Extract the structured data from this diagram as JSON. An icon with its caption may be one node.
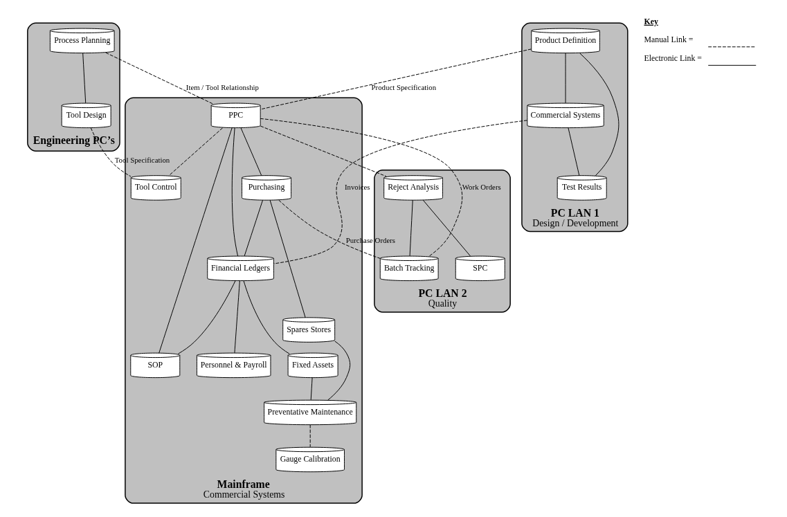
{
  "diagram": {
    "nodes": [
      {
        "text": [
          "Engineering PC’s"
        ]
      },
      {
        "text": [
          "Process Planning"
        ],
        "in": 0
      },
      {
        "text": [
          "Tool Design"
        ],
        "in": 0
      },
      {
        "text": [
          "PC LAN 2",
          "Quality"
        ]
      },
      {
        "text": [
          "Reject Analysis"
        ],
        "in": 3
      },
      {
        "text": [
          "SPC"
        ],
        "in": 3
      },
      {
        "text": [
          "Batch Tracking"
        ],
        "in": 3
      },
      {
        "text": [
          "PC LAN 1",
          "Design / Development"
        ]
      },
      {
        "text": [
          "Product Definition"
        ],
        "in": 7
      },
      {
        "text": [
          "Commercial Systems"
        ],
        "in": 7
      },
      {
        "text": [
          "Test Results"
        ],
        "in": 7
      },
      {
        "text": [
          "Mainframe",
          "Commercial Systems"
        ]
      },
      {
        "text": [
          "PPC"
        ],
        "in": 11
      },
      {
        "text": [
          "Purchasing"
        ],
        "in": 11
      },
      {
        "text": [
          "Tool Control"
        ],
        "in": 11
      },
      {
        "text": [
          "Financial Ledgers"
        ],
        "in": 11
      },
      {
        "text": [
          "SOP"
        ],
        "in": 11
      },
      {
        "text": [
          "Spares Stores"
        ],
        "in": 11
      },
      {
        "text": [
          "Personnel & Payroll"
        ],
        "in": 11
      },
      {
        "text": [
          "Fixed Assets"
        ],
        "in": 11
      },
      {
        "text": [
          "Preventative Maintenance"
        ],
        "in": 11
      },
      {
        "text": [
          "Gauge Calibration"
        ],
        "in": 11
      }
    ],
    "edges": [
      {
        "from": 1,
        "to": 2,
        "arrow": "none"
      },
      {
        "from": 2,
        "to": 14,
        "arrow": "none",
        "style": "dashed",
        "label": "Tool Specification"
      },
      {
        "from": 12,
        "to": 4,
        "arrow": "none",
        "style": "dashed"
      },
      {
        "from": 12,
        "to": 6,
        "arrow": "none",
        "style": "dashed",
        "label": "Work Orders"
      },
      {
        "from": 13,
        "to": 6,
        "arrow": "none",
        "style": "dashed",
        "label": "Purchase Orders"
      },
      {
        "from": 12,
        "to": 14,
        "arrow": "none",
        "style": "dashed"
      },
      {
        "from": 1,
        "to": 12,
        "arrow": "none",
        "style": "dashed",
        "label": "Item / Tool Relationship"
      },
      {
        "from": 4,
        "to": 5,
        "arrow": "none"
      },
      {
        "from": 4,
        "to": 6,
        "arrow": "none"
      },
      {
        "from": 8,
        "to": 9,
        "arrow": "none"
      },
      {
        "from": 9,
        "to": 10,
        "arrow": "none"
      },
      {
        "from": 8,
        "to": 10,
        "arrow": "none"
      },
      {
        "from": 8,
        "to": 12,
        "arrow": "none",
        "style": "dashed",
        "label": "Product Specification"
      },
      {
        "from": 9,
        "to": 15,
        "arrow": "none",
        "style": "dashed",
        "label": "Invoices"
      },
      {
        "from": 12,
        "to": 13,
        "arrow": "none"
      },
      {
        "from": 12,
        "to": 15,
        "arrow": "none"
      },
      {
        "from": 12,
        "to": 16,
        "arrow": "none"
      },
      {
        "from": 13,
        "to": 15,
        "arrow": "none"
      },
      {
        "from": 13,
        "to": 17,
        "arrow": "none"
      },
      {
        "from": 15,
        "to": 16,
        "arrow": "none"
      },
      {
        "from": 15,
        "to": 18,
        "arrow": "none"
      },
      {
        "from": 15,
        "to": 19,
        "arrow": "none"
      },
      {
        "from": 19,
        "to": 20,
        "arrow": "none"
      },
      {
        "from": 17,
        "to": 20,
        "arrow": "none"
      },
      {
        "from": 20,
        "to": 21,
        "arrow": "none",
        "style": "dashed"
      }
    ],
    "labels": [
      "Key"
    ],
    "legend": [
      {
        "text": "Manual Link ="
      },
      {
        "text": "Electronic Link ="
      }
    ]
  }
}
